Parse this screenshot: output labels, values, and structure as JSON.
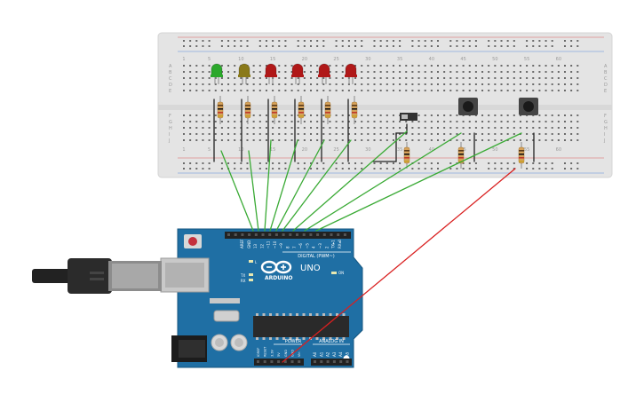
{
  "breadboard": {
    "col_numbers": [
      "1",
      "5",
      "10",
      "15",
      "20",
      "25",
      "30",
      "35",
      "40",
      "45",
      "50",
      "55",
      "60"
    ],
    "row_letters_top": [
      "A",
      "B",
      "C",
      "D",
      "E"
    ],
    "row_letters_bottom": [
      "F",
      "G",
      "H",
      "I",
      "J"
    ]
  },
  "components": {
    "leds": [
      {
        "color": "#2ca82c"
      },
      {
        "color": "#8a7a1a"
      },
      {
        "color": "#b01818"
      },
      {
        "color": "#b01818"
      },
      {
        "color": "#b01818"
      },
      {
        "color": "#b01818"
      }
    ],
    "wire_colors": {
      "signal": "#3aaa35",
      "ground": "#222222",
      "power": "#d92020"
    }
  },
  "arduino": {
    "logo_text": "ARDUINO",
    "model_text": "UNO",
    "digital_label": "DIGITAL (PWM~)",
    "power_label": "POWER",
    "analog_label": "ANALOG IN",
    "on_label": "ON",
    "l_label": "L",
    "tx_label": "TX",
    "rx_label": "RX",
    "aref_label": "AREF",
    "gnd_label": "GND",
    "digital_pins": [
      "13",
      "12",
      "~11",
      "~10",
      "~9",
      "8",
      "7",
      "~6",
      "~5",
      "4",
      "~3",
      "2",
      "TX▸1",
      "RX◂0"
    ],
    "power_pins": [
      "IOREF",
      "RESET",
      "3.3V",
      "5V",
      "GND",
      "GND",
      "Vin"
    ],
    "analog_pins": [
      "A0",
      "A1",
      "A2",
      "A3",
      "A4",
      "A5"
    ]
  }
}
